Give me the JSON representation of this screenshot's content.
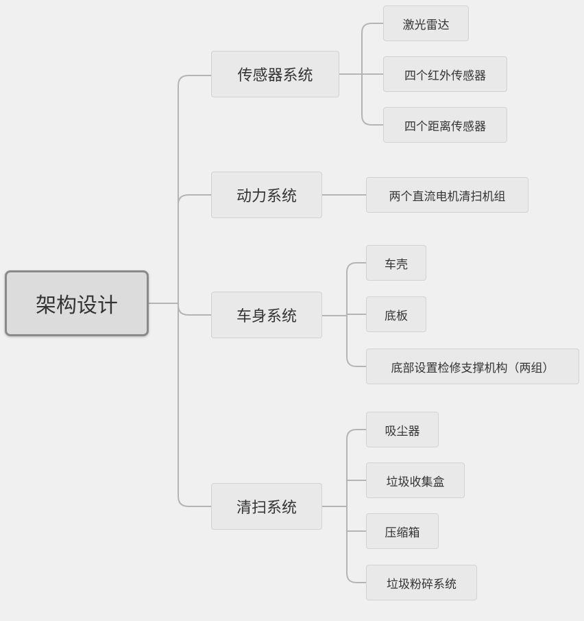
{
  "root": {
    "label": "架构设计"
  },
  "branches": [
    {
      "label": "传感器系统",
      "children": [
        "激光雷达",
        "四个红外传感器",
        "四个距离传感器"
      ]
    },
    {
      "label": "动力系统",
      "children": [
        "两个直流电机清扫机组"
      ]
    },
    {
      "label": "车身系统",
      "children": [
        "车壳",
        "底板",
        "底部设置检修支撑机构（两组）"
      ]
    },
    {
      "label": "清扫系统",
      "children": [
        "吸尘器",
        "垃圾收集盒",
        "压缩箱",
        "垃圾粉碎系统"
      ]
    }
  ],
  "colors": {
    "background": "#f0f0f0",
    "node_fill": "#e9e9e9",
    "root_fill": "#dcdcdc",
    "root_border": "#8a8a8a",
    "connector": "#b4b4b4",
    "text": "#333333"
  }
}
